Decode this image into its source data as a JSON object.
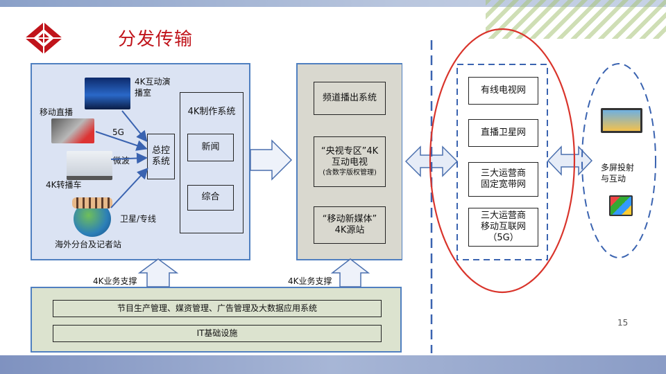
{
  "slide": {
    "title": "分发传输",
    "page_number": "15"
  },
  "sources": {
    "studio": "4K互动演\n播室",
    "mobile_live": "移动直播",
    "g5": "5G",
    "microwave": "微波",
    "ob_van": "4K转播车",
    "satellite": "卫星/专线",
    "overseas": "海外分台及记者站"
  },
  "control": {
    "master": "总控\n系统",
    "production_system": "4K制作系统",
    "news": "新闻",
    "general": "综合"
  },
  "middle": {
    "channel_playout": "频道播出系统",
    "cctv_zone": "“央视专区”4K\n互动电视",
    "cctv_zone_note": "(含数字版权管理)",
    "mobile_media": "“移动新媒体”\n4K源站"
  },
  "support": {
    "label_left": "4K业务支撑",
    "label_right": "4K业务支撑"
  },
  "bottom": {
    "mgmt_system": "节目生产管理、媒资管理、广告管理及大数据应用系统",
    "it_infra": "IT基础设施"
  },
  "networks": [
    "有线电视网",
    "直播卫星网",
    "三大运营商\n固定宽带网",
    "三大运营商\n移动互联网\n（5G）"
  ],
  "terminals": {
    "label": "多屏投射\n与互动"
  },
  "colors": {
    "title_red": "#c0141b",
    "accent_blue": "#4f7fc0",
    "highlight_red": "#d9342b"
  }
}
